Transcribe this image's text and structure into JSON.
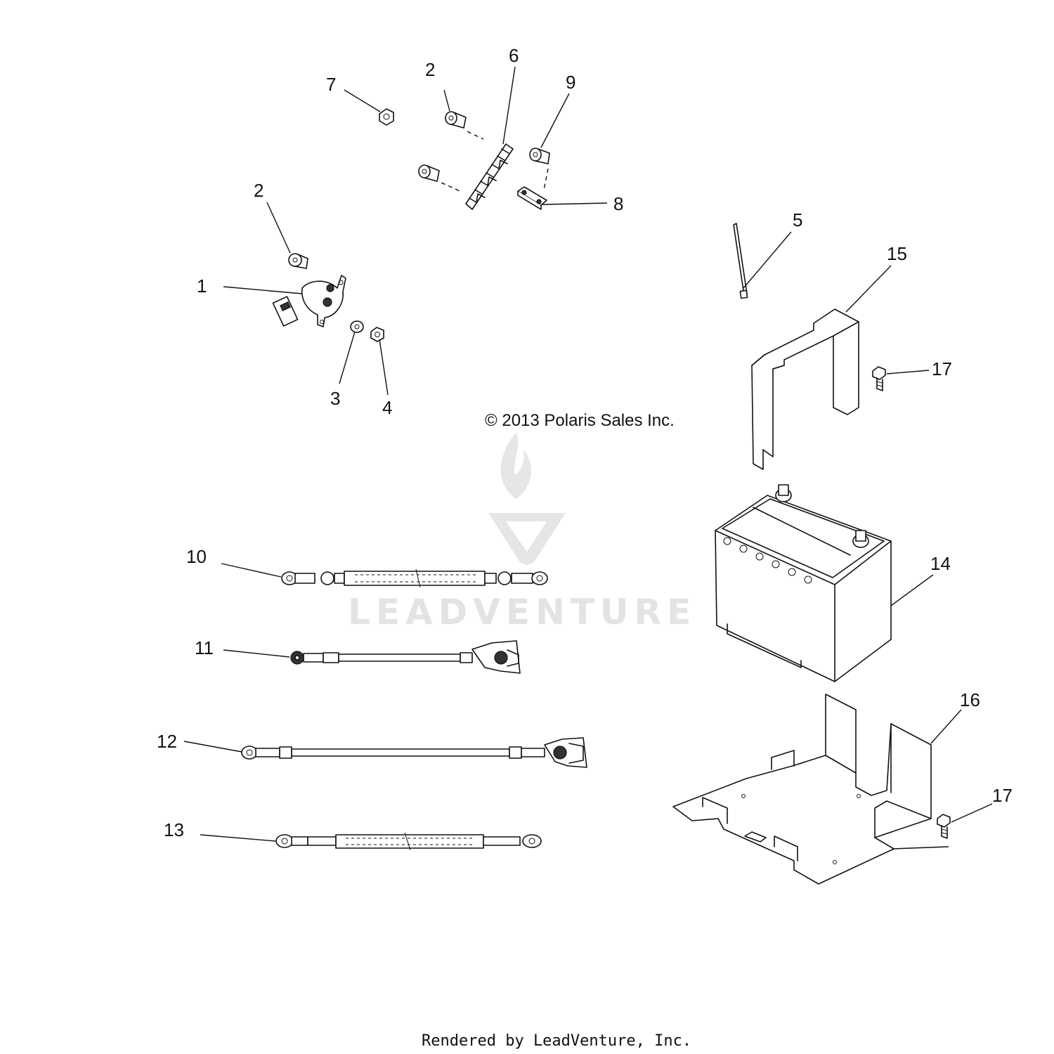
{
  "copyright": "© 2013 Polaris Sales Inc.",
  "watermark": {
    "brand": "LEADVENTURE",
    "icon": "leadventure-logo-icon"
  },
  "footer": "Rendered by LeadVenture, Inc.",
  "callouts": {
    "c1": "1",
    "c2a": "2",
    "c2b": "2",
    "c3": "3",
    "c4": "4",
    "c5": "5",
    "c6": "6",
    "c7": "7",
    "c8": "8",
    "c9": "9",
    "c10": "10",
    "c11": "11",
    "c12": "12",
    "c13": "13",
    "c14": "14",
    "c15": "15",
    "c16": "16",
    "c17a": "17",
    "c17b": "17"
  }
}
